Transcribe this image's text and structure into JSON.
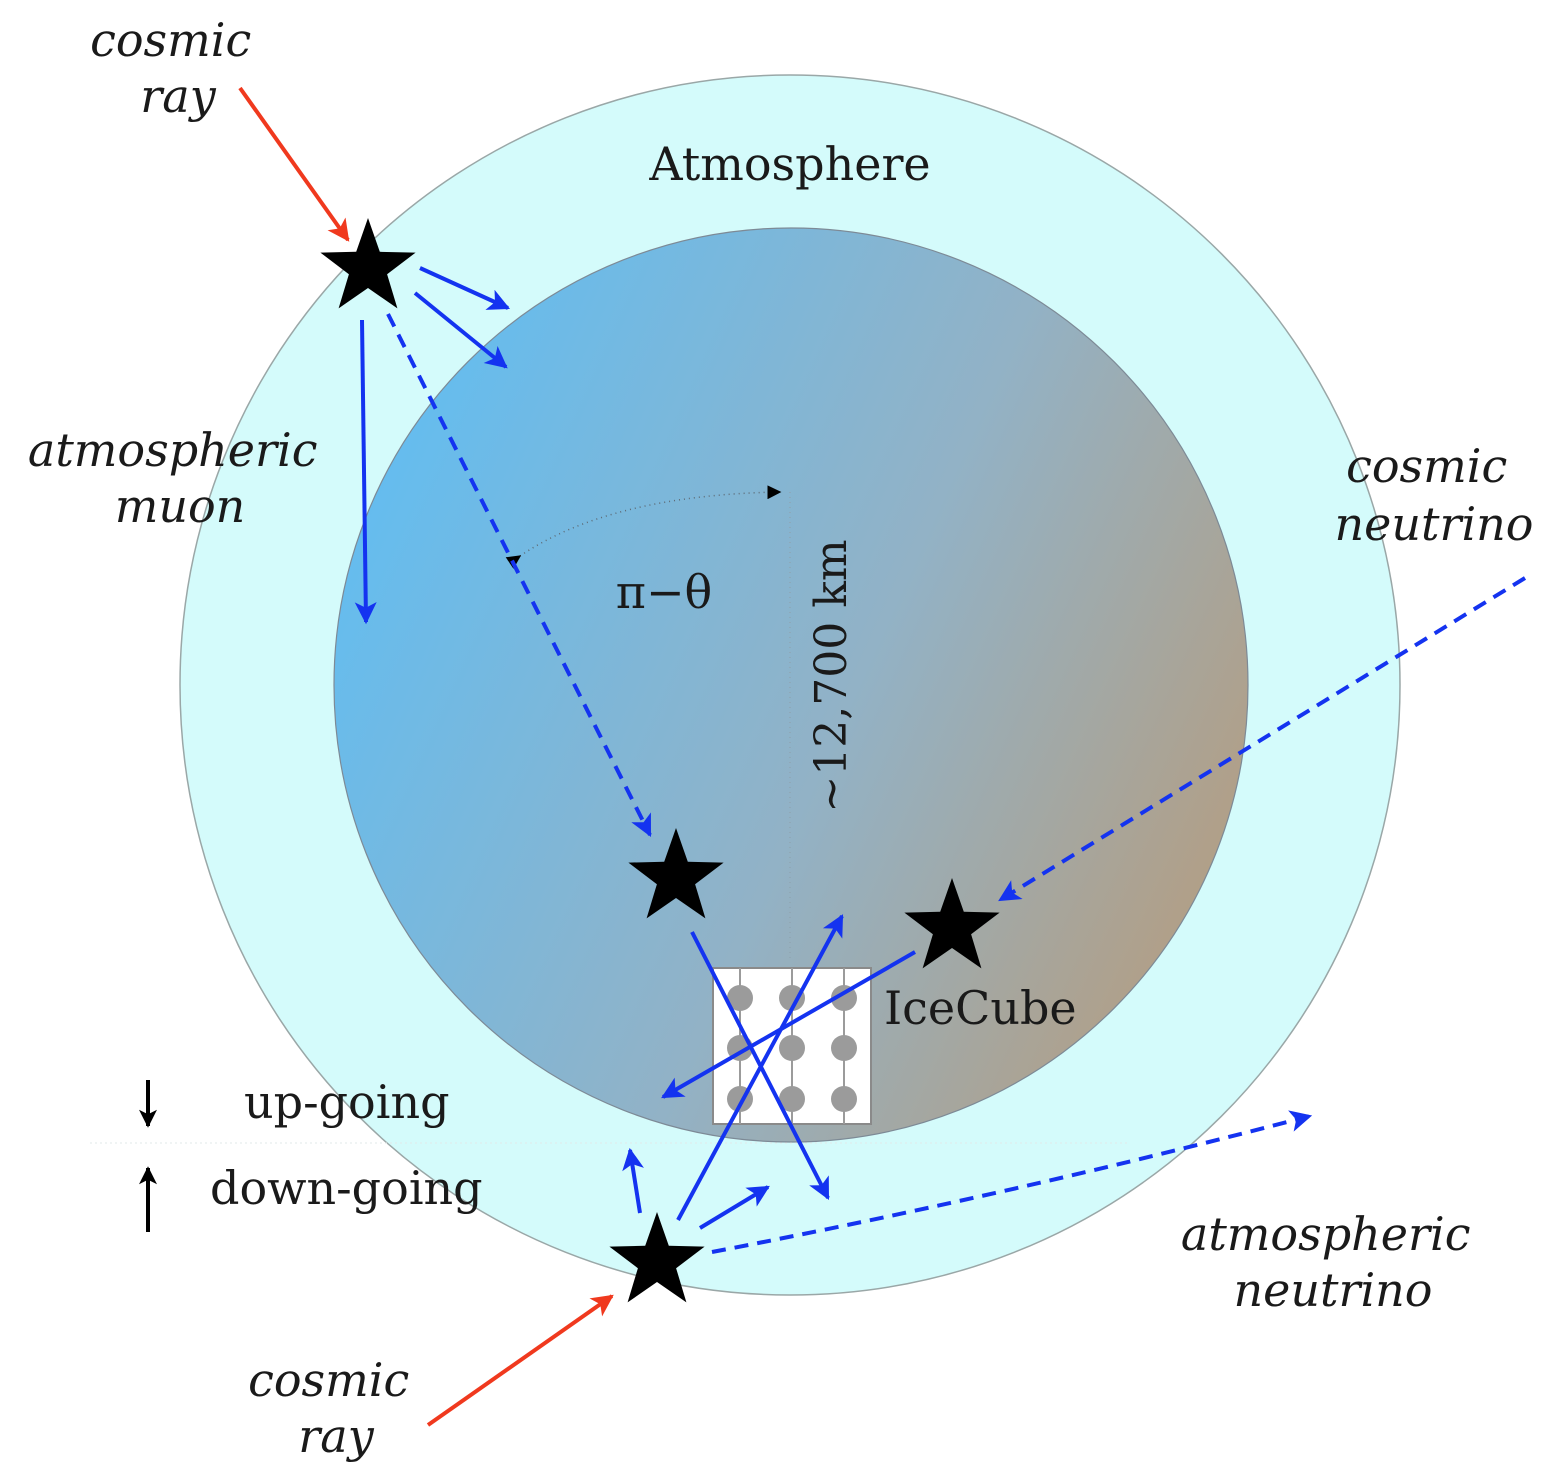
{
  "labels": {
    "cosmic_ray_top": [
      "cosmic",
      "ray"
    ],
    "cosmic_ray_bottom": [
      "cosmic",
      "ray"
    ],
    "atmospheric_muon": [
      "atmospheric",
      "muon"
    ],
    "cosmic_neutrino": [
      "cosmic",
      "neutrino"
    ],
    "atmospheric_neutrino": [
      "atmospheric",
      "neutrino"
    ],
    "atmosphere": "Atmosphere",
    "angle": "π−θ",
    "distance": "~12,700 km",
    "icecube": "IceCube",
    "up_going": "up-going",
    "down_going": "down-going"
  },
  "colors": {
    "atmosphere_fill": "#d4fbfb",
    "atmosphere_stroke": "#9aa7a7",
    "earth_gradient_start": "#62bdf1",
    "earth_gradient_end": "#b59d80",
    "cosmic_ray_arrow": "#f0391e",
    "particle_arrow": "#1433f0",
    "star": "#000000",
    "detector_dot": "#9b9b9b"
  },
  "icons": {
    "interaction_marker": "star-icon",
    "legend_up": "down-arrow-icon",
    "legend_down": "up-arrow-icon"
  }
}
